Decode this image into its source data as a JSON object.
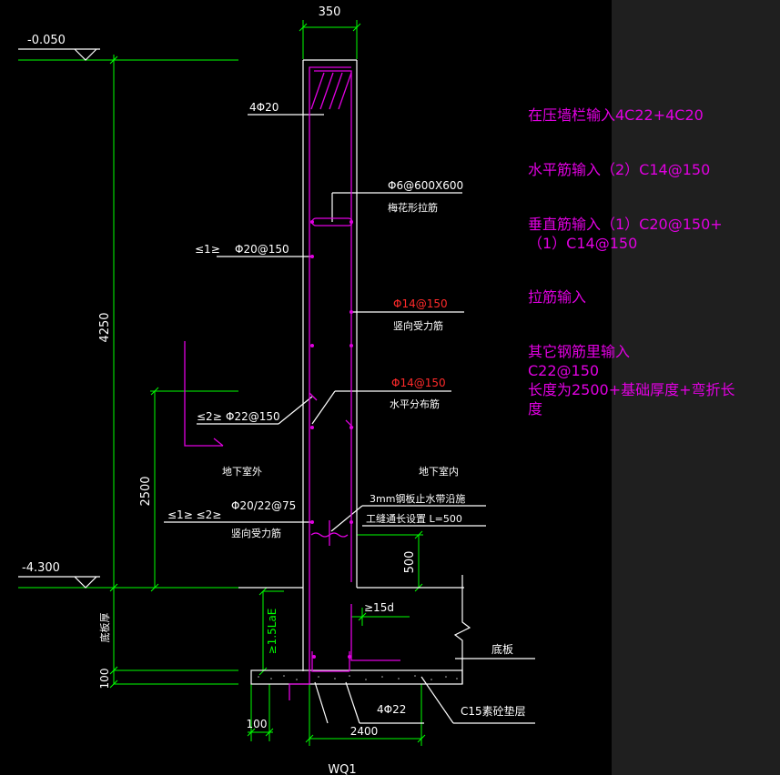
{
  "dims": {
    "top_width": "350",
    "total_height": "4250",
    "lower_height": "2500",
    "gap_500": "500",
    "base_thick_100": "100",
    "foot_100": "100",
    "foot_width": "2400"
  },
  "elevations": {
    "top": "-0.050",
    "bottom": "-4.300"
  },
  "labels": {
    "top_bars": "4Φ20",
    "tie_spec": "Φ6@600X600",
    "tie_name": "梅花形拉筋",
    "outer_h": "≤1≥",
    "outer_h_spec": "Φ20@150",
    "inner_v_spec": "Φ14@150",
    "inner_v_name": "竖向受力筋",
    "inner_h_spec": "Φ14@150",
    "inner_h_name": "水平分布筋",
    "outer_v2_tag": "≤2≥",
    "outer_v2_spec": "Φ22@150",
    "outside": "地下室外",
    "inside": "地下室内",
    "outer_v_tag": "≤1≥ ≤2≥",
    "outer_v_spec": "Φ20/22@75",
    "outer_v_name": "竖向受力筋",
    "waterstop1": "3mm钢板止水带沿施",
    "waterstop2": "工缝通长设置 L=500",
    "anchor": "≥1.5LaE",
    "bend": "≥15d",
    "base_thickness": "底板厚",
    "slab": "底板",
    "bottom_bars": "4Φ22",
    "cushion": "C15素砼垫层",
    "wall_id": "WQ1"
  },
  "notes": [
    "在压墙栏输入4C22+4C20",
    "水平筋输入（2）C14@150",
    "垂直筋输入（1）C20@150+",
    "（1）C14@150",
    "拉筋输入",
    "其它钢筋里输入",
    "C22@150",
    "长度为2500+基础厚度+弯折长",
    "度"
  ],
  "colors": {
    "background": "#000000",
    "panel": "#1f1f1f",
    "dimension": "#00ff00",
    "outline": "#ffffff",
    "rebar": "#e100e1",
    "highlight": "#ff2a2a",
    "note": "#e100e1"
  }
}
